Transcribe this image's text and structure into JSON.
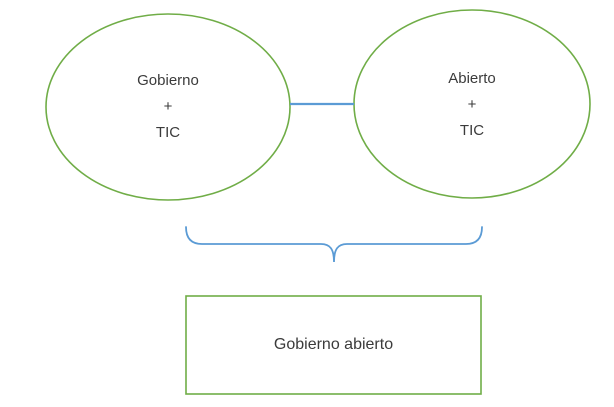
{
  "diagram": {
    "left_ellipse": {
      "line1": "Gobierno",
      "line2": "+",
      "line3": "TIC"
    },
    "right_ellipse": {
      "line1": "Abierto",
      "line2": "+",
      "line3": "TIC"
    },
    "result_box": {
      "label": "Gobierno abierto"
    },
    "colors": {
      "ellipse_stroke": "#70AD47",
      "connector": "#5B9BD5",
      "brace": "#5B9BD5",
      "box_stroke": "#70AD47",
      "text": "#3b3b3b"
    }
  }
}
